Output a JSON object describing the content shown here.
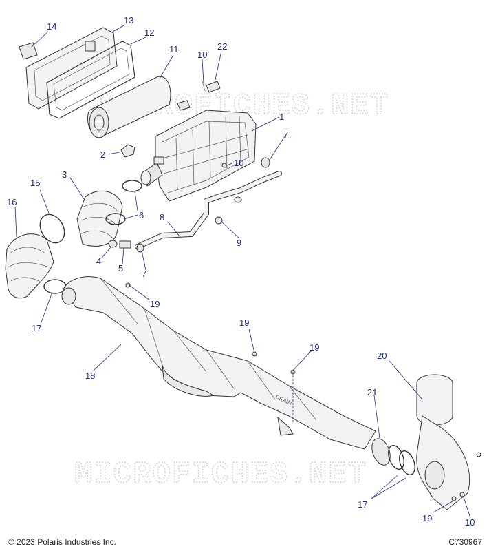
{
  "watermark": "MICROFICHES.NET",
  "stamp_drain": "DRAIN",
  "footer": {
    "copyright": "© 2023 Polaris Industries Inc.",
    "code": "C730967"
  },
  "callouts": {
    "c1": "1",
    "c2": "2",
    "c3": "3",
    "c4": "4",
    "c5": "5",
    "c6": "6",
    "c7a": "7",
    "c7b": "7",
    "c8": "8",
    "c9": "9",
    "c10a": "10",
    "c10b": "10",
    "c10c": "10",
    "c11": "11",
    "c12": "12",
    "c13": "13",
    "c14": "14",
    "c15": "15",
    "c16": "16",
    "c17a": "17",
    "c17b": "17",
    "c18": "18",
    "c19a": "19",
    "c19b": "19",
    "c19c": "19",
    "c19d": "19",
    "c20": "20",
    "c21": "21",
    "c22": "22"
  }
}
